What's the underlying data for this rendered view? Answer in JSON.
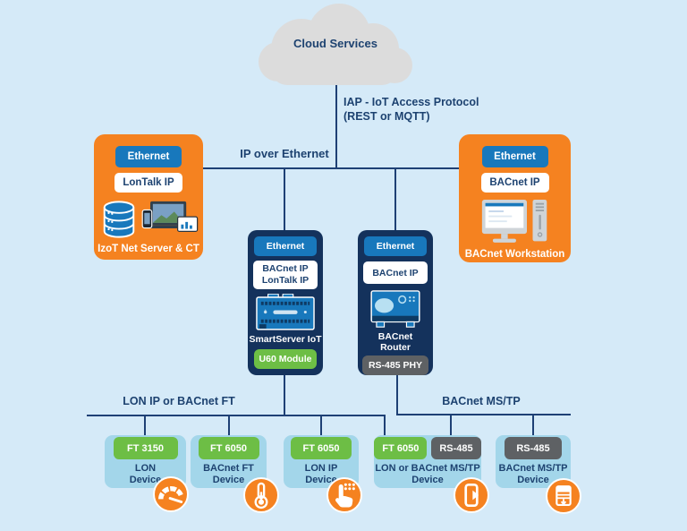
{
  "colors": {
    "bg": "#D5EAF8",
    "orange": "#F58220",
    "navy": "#14325C",
    "blue": "#1878BC",
    "green": "#6DBE45",
    "gray": "#5E6164",
    "lightblue": "#A3D6EA",
    "line": "#1E4075",
    "text": "#1D4270",
    "cloud": "#DCDCDC"
  },
  "cloud": {
    "label": "Cloud Services"
  },
  "labels": {
    "iap_line1": "IAP - IoT Access Protocol",
    "iap_line2": "(REST or MQTT)",
    "ethernet_bus": "IP over Ethernet",
    "bus_left": "LON IP or BACnet FT",
    "bus_right": "BACnet MS/TP"
  },
  "nodes": {
    "izot": {
      "port": "Ethernet",
      "protocol": "LonTalk IP",
      "label": "IzoT Net Server & CT",
      "icons": [
        "database-stack-icon",
        "client-screens-icon"
      ]
    },
    "workstation": {
      "port": "Ethernet",
      "protocol": "BACnet IP",
      "label": "BACnet Workstation",
      "icons": [
        "desktop-computer-icon"
      ]
    },
    "smartserver": {
      "port": "Ethernet",
      "protocol1": "BACnet IP",
      "protocol2": "LonTalk IP",
      "label": "SmartServer IoT",
      "module": "U60 Module",
      "icons": [
        "smartserver-device-icon"
      ]
    },
    "router": {
      "port": "Ethernet",
      "protocol": "BACnet IP",
      "label1": "BACnet",
      "label2": "Router",
      "phy": "RS-485 PHY",
      "icons": [
        "router-device-icon"
      ]
    }
  },
  "devices": [
    {
      "pill1": "FT 3150",
      "label1": "LON",
      "label2": "Device",
      "icon": "gauge-icon"
    },
    {
      "pill1": "FT 6050",
      "label1": "BACnet FT",
      "label2": "Device",
      "icon": "thermometer-icon"
    },
    {
      "pill1": "FT 6050",
      "label1": "LON IP",
      "label2": "Device",
      "icon": "touch-hand-icon"
    },
    {
      "pill1": "FT 6050",
      "pill2": "RS-485",
      "label1": "LON or BACnet MS/TP",
      "label2": "Device",
      "icon": "door-icon"
    },
    {
      "pill1": "RS-485",
      "label1": "BACnet MS/TP",
      "label2": "Device",
      "icon": "window-blinds-icon"
    }
  ]
}
